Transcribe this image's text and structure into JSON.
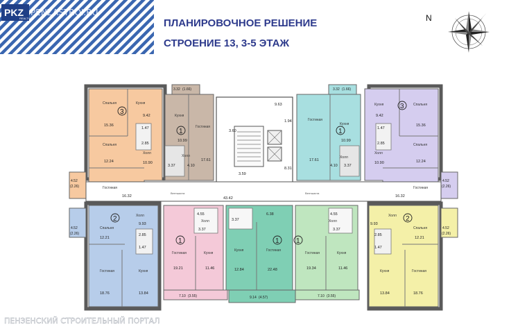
{
  "header": {
    "logo_text": "PKZ",
    "logo_sub": "REALTY",
    "watermark_top": "PENZASTROI.RU",
    "watermark_bottom": "ПЕНЗЕНСКИЙ СТРОИТЕЛЬНЫЙ ПОРТАЛ",
    "title_line1": "ПЛАНИРОВОЧНОЕ РЕШЕНИЕ",
    "title_line2": "СТРОЕНИЕ 13, 3-5 ЭТАЖ",
    "compass_north": "N",
    "compass_icon": "compass-rose-icon"
  },
  "colors": {
    "title": "#2d3a8c",
    "stripe": "#3a66b0",
    "apt_orange": "#f7c9a0",
    "apt_brown": "#c9b7a8",
    "apt_teal": "#a8dfe0",
    "apt_lavender": "#d5cdef",
    "apt_blue": "#b7cdea",
    "apt_pink": "#f4c9d8",
    "apt_green": "#7fcfb4",
    "apt_lightgreen": "#bfe6bf",
    "apt_yellow": "#f4f0a8",
    "wall": "#666666"
  },
  "core": {
    "corridor_width": "9.63",
    "lobby_area": "3.60",
    "core_small": "1.94",
    "stair_area": "3.59",
    "elevator_area": "8.31",
    "corridor_total": "43.42",
    "vent_left": "Вентшахта",
    "vent_right": "Вентшахта"
  },
  "apartments": [
    {
      "id": "top-left-3",
      "rooms": "3",
      "labels": [
        "Спальня",
        "Кухня",
        "Спальня",
        "Холл",
        "Гостиная"
      ],
      "areas": [
        "15.36",
        "9.42",
        "12.24",
        "10.90",
        "16.32",
        "1.47",
        "2.85"
      ],
      "balcony": "4.52",
      "balcony_sub": "(2.26)"
    },
    {
      "id": "top-left-1",
      "rooms": "1",
      "labels": [
        "Кухня",
        "Гостиная",
        "Холл"
      ],
      "areas": [
        "10.99",
        "17.61",
        "4.10",
        "3.37"
      ],
      "balcony": "3.32",
      "balcony_sub": "(1.66)"
    },
    {
      "id": "top-right-1",
      "rooms": "1",
      "labels": [
        "Гостиная",
        "Кухня",
        "Холл"
      ],
      "areas": [
        "17.61",
        "10.99",
        "4.10",
        "3.37"
      ],
      "balcony": "3.32",
      "balcony_sub": "(1.66)"
    },
    {
      "id": "top-right-3",
      "rooms": "3",
      "labels": [
        "Кухня",
        "Спальня",
        "Спальня",
        "Холл",
        "Гостиная"
      ],
      "areas": [
        "9.42",
        "15.36",
        "12.24",
        "10.90",
        "16.32",
        "1.47",
        "2.85"
      ],
      "balcony": "4.52",
      "balcony_sub": "(2.26)"
    },
    {
      "id": "bottom-left-2",
      "rooms": "2",
      "labels": [
        "Холл",
        "Спальня",
        "Гостиная",
        "Кухня"
      ],
      "areas": [
        "9.93",
        "12.21",
        "18.76",
        "13.84",
        "2.85",
        "1.47"
      ],
      "balcony": "4.52",
      "balcony_sub": "(2.26)"
    },
    {
      "id": "bottom-1a",
      "rooms": "1",
      "labels": [
        "Холл",
        "Гостиная",
        "Кухня"
      ],
      "areas": [
        "4.55",
        "19.21",
        "11.46",
        "3.37"
      ],
      "balcony": "7.10",
      "balcony_sub": "(3.55)"
    },
    {
      "id": "bottom-1b",
      "rooms": "1",
      "labels": [
        "Кухня",
        "Гостиная"
      ],
      "areas": [
        "6.38",
        "12.84",
        "22.48",
        "3.37"
      ],
      "balcony": "9.14",
      "balcony_sub": "(4.57)"
    },
    {
      "id": "bottom-1c",
      "rooms": "1",
      "labels": [
        "Холл",
        "Гостиная",
        "Кухня"
      ],
      "areas": [
        "4.55",
        "19.34",
        "11.46",
        "3.37"
      ],
      "balcony": "7.10",
      "balcony_sub": "(3.55)"
    },
    {
      "id": "bottom-right-2",
      "rooms": "2",
      "labels": [
        "Холл",
        "Спальня",
        "Кухня",
        "Гостиная"
      ],
      "areas": [
        "9.93",
        "12.21",
        "13.84",
        "18.76",
        "2.85",
        "1.47"
      ],
      "balcony": "4.52",
      "balcony_sub": "(2.26)"
    }
  ]
}
